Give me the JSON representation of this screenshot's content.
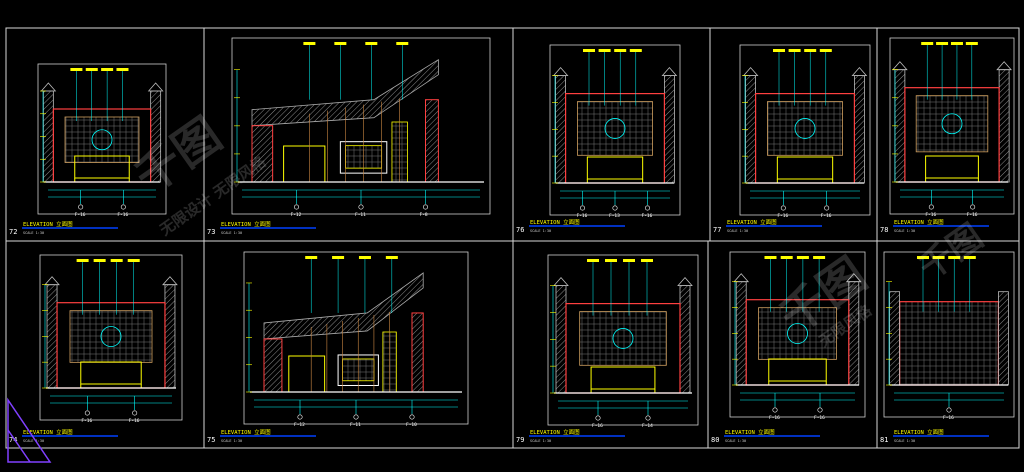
{
  "colors": {
    "background": "#000000",
    "frame": "#d8d8d8",
    "title_bar": "#0040ff",
    "title_text": "#ffff00",
    "wall": "#ff4040",
    "dimension": "#00ffff",
    "furniture": "#ffff00",
    "hatch": "#8a8a8a"
  },
  "panels": [
    {
      "id": "72",
      "title": "ELEVATION 立面图",
      "scale": "SCALE 1:30",
      "callouts": [
        "F-16",
        "F-16"
      ]
    },
    {
      "id": "73",
      "title": "ELEVATION 立面图",
      "scale": "SCALE 1:30",
      "callouts": [
        "F-12",
        "F-11",
        "F-8"
      ]
    },
    {
      "id": "76",
      "title": "ELEVATION 立面图",
      "scale": "SCALE 1:30",
      "callouts": [
        "F-16",
        "F-13",
        "F-16"
      ]
    },
    {
      "id": "77",
      "title": "ELEVATION 立面图",
      "scale": "SCALE 1:30",
      "callouts": [
        "F-16",
        "F-16"
      ]
    },
    {
      "id": "78",
      "title": "ELEVATION 立面图",
      "scale": "SCALE 1:30",
      "callouts": [
        "F-16",
        "F-16"
      ]
    },
    {
      "id": "74",
      "title": "ELEVATION 立面图",
      "scale": "SCALE 1:30",
      "callouts": [
        "F-16",
        "F-16"
      ]
    },
    {
      "id": "75",
      "title": "ELEVATION 立面图",
      "scale": "SCALE 1:30",
      "callouts": [
        "F-12",
        "F-11",
        "F-10"
      ]
    },
    {
      "id": "79",
      "title": "ELEVATION 立面图",
      "scale": "SCALE 1:30",
      "callouts": [
        "F-16",
        "F-14"
      ]
    },
    {
      "id": "80",
      "title": "ELEVATION 立面图",
      "scale": "SCALE 1:30",
      "callouts": [
        "F-16",
        "F-16"
      ]
    },
    {
      "id": "81",
      "title": "ELEVATION 立面图",
      "scale": "SCALE 1:30",
      "callouts": [
        "F-16"
      ]
    }
  ],
  "watermarks": [
    "千图",
    "千图",
    "千图",
    "无限设计 无限风格",
    "无限风格"
  ]
}
